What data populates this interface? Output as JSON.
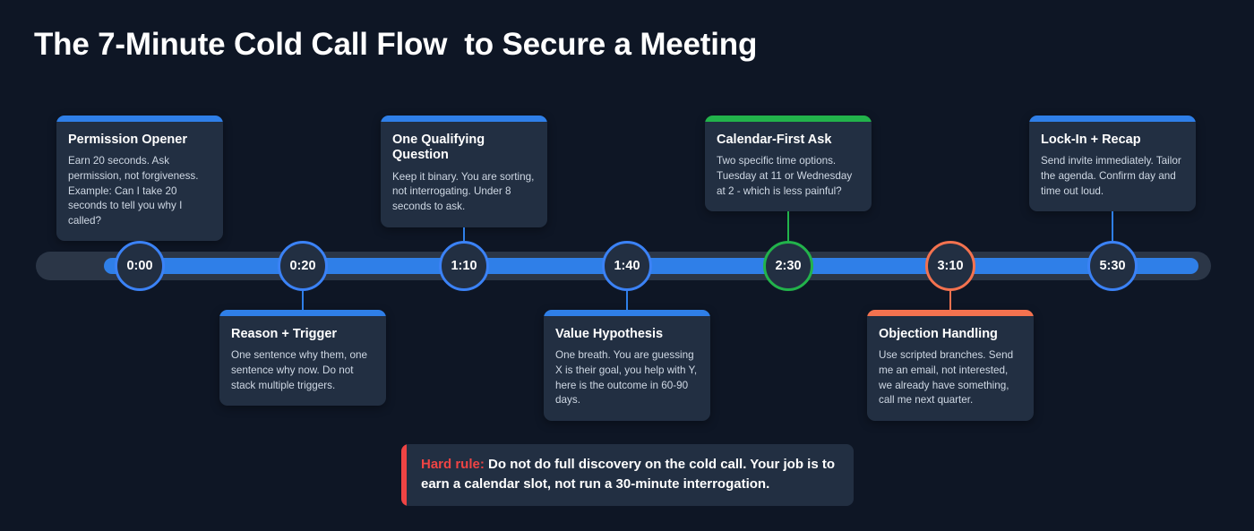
{
  "title": "The 7-Minute Cold Call Flow  to Secure a Meeting",
  "colors": {
    "background": "#0e1625",
    "card_surface": "#222f42",
    "accent_blue": "#2f7fe8",
    "accent_green": "#22b34b",
    "accent_red": "#f4724f",
    "callout_red": "#ef4444",
    "track": "#2b3647",
    "marker_ring_blue": "#3b82f6"
  },
  "timeline": {
    "steps": [
      {
        "time": "0:00",
        "title": "Permission Opener",
        "text": "Earn 20 seconds. Ask permission, not forgiveness. Example: Can I take 20 seconds to tell you why I called?",
        "accent": "#2f7fe8",
        "position": "top"
      },
      {
        "time": "0:20",
        "title": "Reason + Trigger",
        "text": "One sentence why them, one sentence why now. Do not stack multiple triggers.",
        "accent": "#2f7fe8",
        "position": "bottom"
      },
      {
        "time": "1:10",
        "title": "One Qualifying Question",
        "text": "Keep it binary. You are sorting, not interrogating. Under 8 seconds to ask.",
        "accent": "#2f7fe8",
        "position": "top"
      },
      {
        "time": "1:40",
        "title": "Value Hypothesis",
        "text": "One breath. You are guessing X is their goal, you help with Y, here is the outcome in 60-90 days.",
        "accent": "#2f7fe8",
        "position": "bottom"
      },
      {
        "time": "2:30",
        "title": "Calendar-First Ask",
        "text": "Two specific time options. Tuesday at 11 or Wednesday at 2 - which is less painful?",
        "accent": "#22b34b",
        "position": "top"
      },
      {
        "time": "3:10",
        "title": "Objection Handling",
        "text": "Use scripted branches. Send me an email, not interested, we already have something, call me next quarter.",
        "accent": "#f4724f",
        "position": "bottom"
      },
      {
        "time": "5:30",
        "title": "Lock-In + Recap",
        "text": "Send invite immediately. Tailor the agenda. Confirm day and time out loud.",
        "accent": "#2f7fe8",
        "position": "top"
      }
    ]
  },
  "callout": {
    "label": "Hard rule:",
    "text": " Do not do full discovery on the cold call. Your job is to earn a calendar slot, not run a 30-minute interrogation."
  }
}
